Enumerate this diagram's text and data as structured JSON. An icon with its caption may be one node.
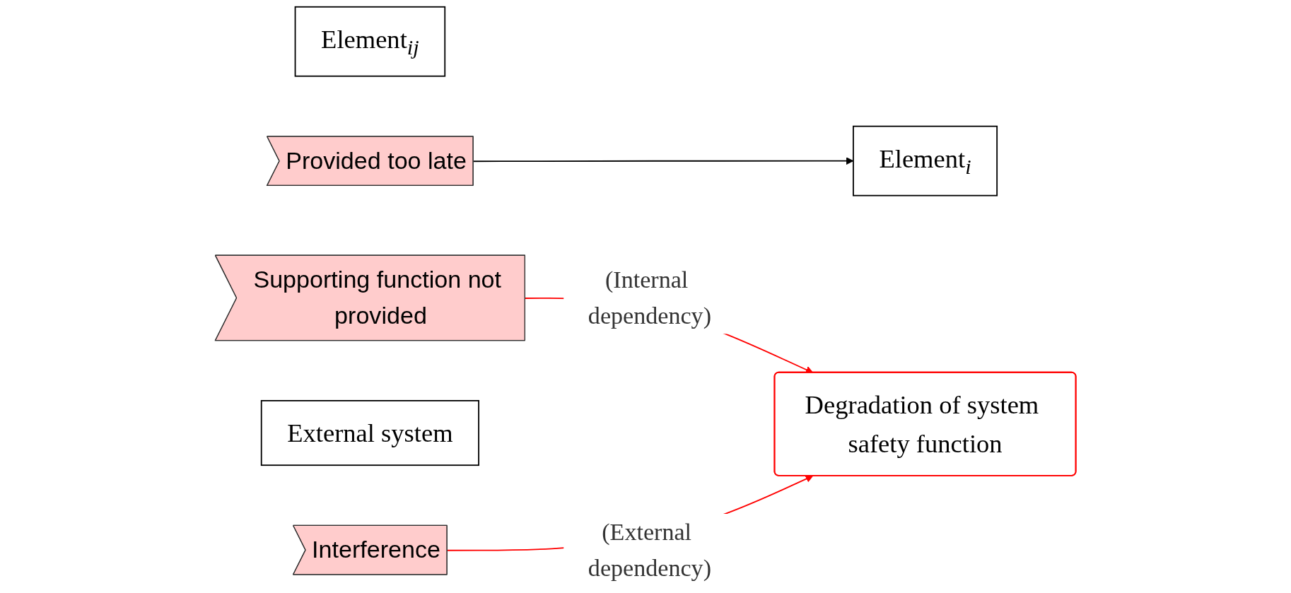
{
  "diagram": {
    "nodes": [
      {
        "text": [
          "Element$_{ij}$"
        ]
      },
      {
        "text": [
          "Provided too late"
        ]
      },
      {
        "text": [
          "Element$_{i}$"
        ]
      },
      {
        "text": [
          "Supporting function not provided"
        ]
      },
      {
        "text": [
          "Degradation of system safety function"
        ]
      },
      {
        "text": [
          "External system"
        ]
      },
      {
        "text": [
          "Interference"
        ]
      }
    ],
    "edges": [
      {
        "from": 1,
        "to": 2,
        "arrow": "to",
        "color": "#000000"
      },
      {
        "from": 3,
        "to": 4,
        "arrow": "to",
        "label": "(Internal dependency)",
        "color": "#ff0000"
      },
      {
        "from": 6,
        "to": 4,
        "arrow": "to",
        "label": "(External dependency)",
        "color": "#ff0000"
      }
    ]
  }
}
